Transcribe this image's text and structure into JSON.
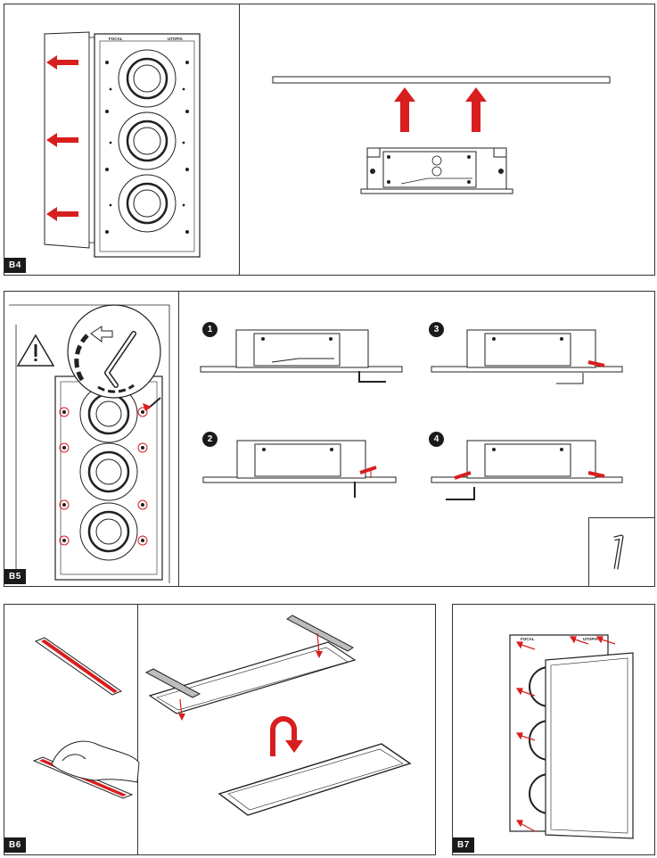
{
  "brand": {
    "left": "FOCAL",
    "right": "UTOPIA"
  },
  "sections": {
    "b4": {
      "tag": "B4"
    },
    "b5": {
      "tag": "B5",
      "steps": [
        "1",
        "2",
        "3",
        "4"
      ]
    },
    "b6": {
      "tag": "B6"
    },
    "b7": {
      "tag": "B7"
    }
  },
  "colors": {
    "arrow": "#d81e1e",
    "line": "#222222",
    "panel_border": "#333333",
    "tag_bg": "#1a1a1a"
  },
  "icons": [
    "arrow-left-icon",
    "arrow-up-icon",
    "warning-icon",
    "allen-key-icon",
    "u-turn-arrow-icon",
    "hand-icon"
  ]
}
